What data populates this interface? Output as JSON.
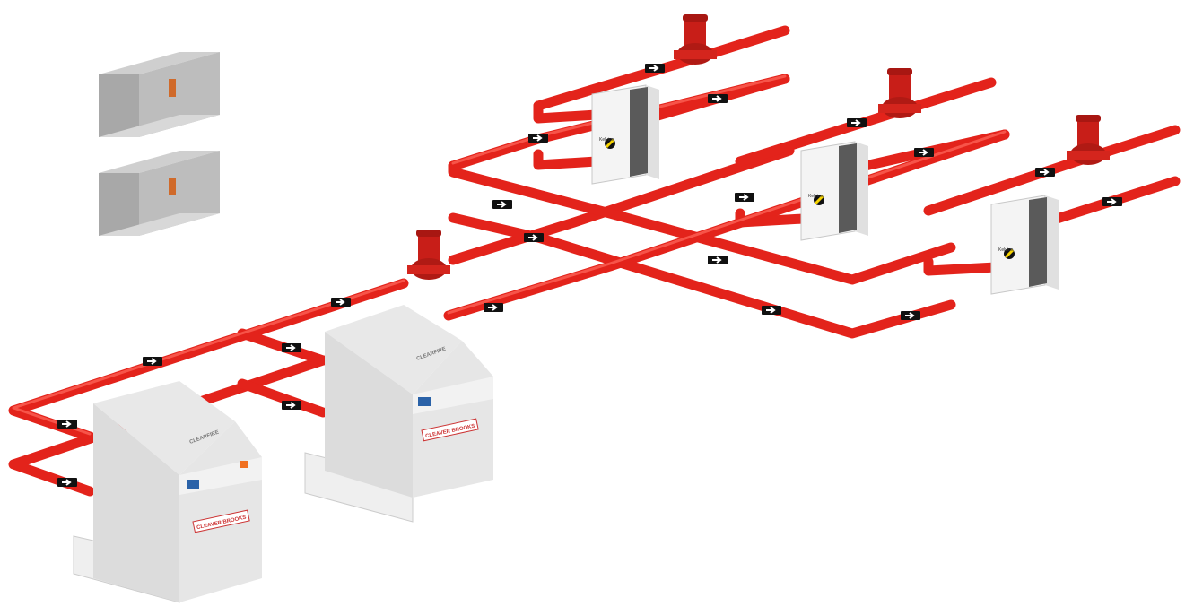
{
  "diagram": {
    "title": "Boiler plant piping schematic",
    "boilers": [
      {
        "brand_logo": "CLEARFIRE",
        "maker_plate": "CLEAVER BROOKS"
      },
      {
        "brand_logo": "CLEARFIRE",
        "maker_plate": "CLEAVER BROOKS"
      }
    ],
    "heat_exchanger_label": "Kelvion",
    "colors": {
      "pipe": "#e3231b",
      "boiler": "#e4e4e4",
      "damper": "#bdbdbd",
      "exchanger": "#f4f4f4",
      "plates": "#5a5a5a"
    }
  }
}
